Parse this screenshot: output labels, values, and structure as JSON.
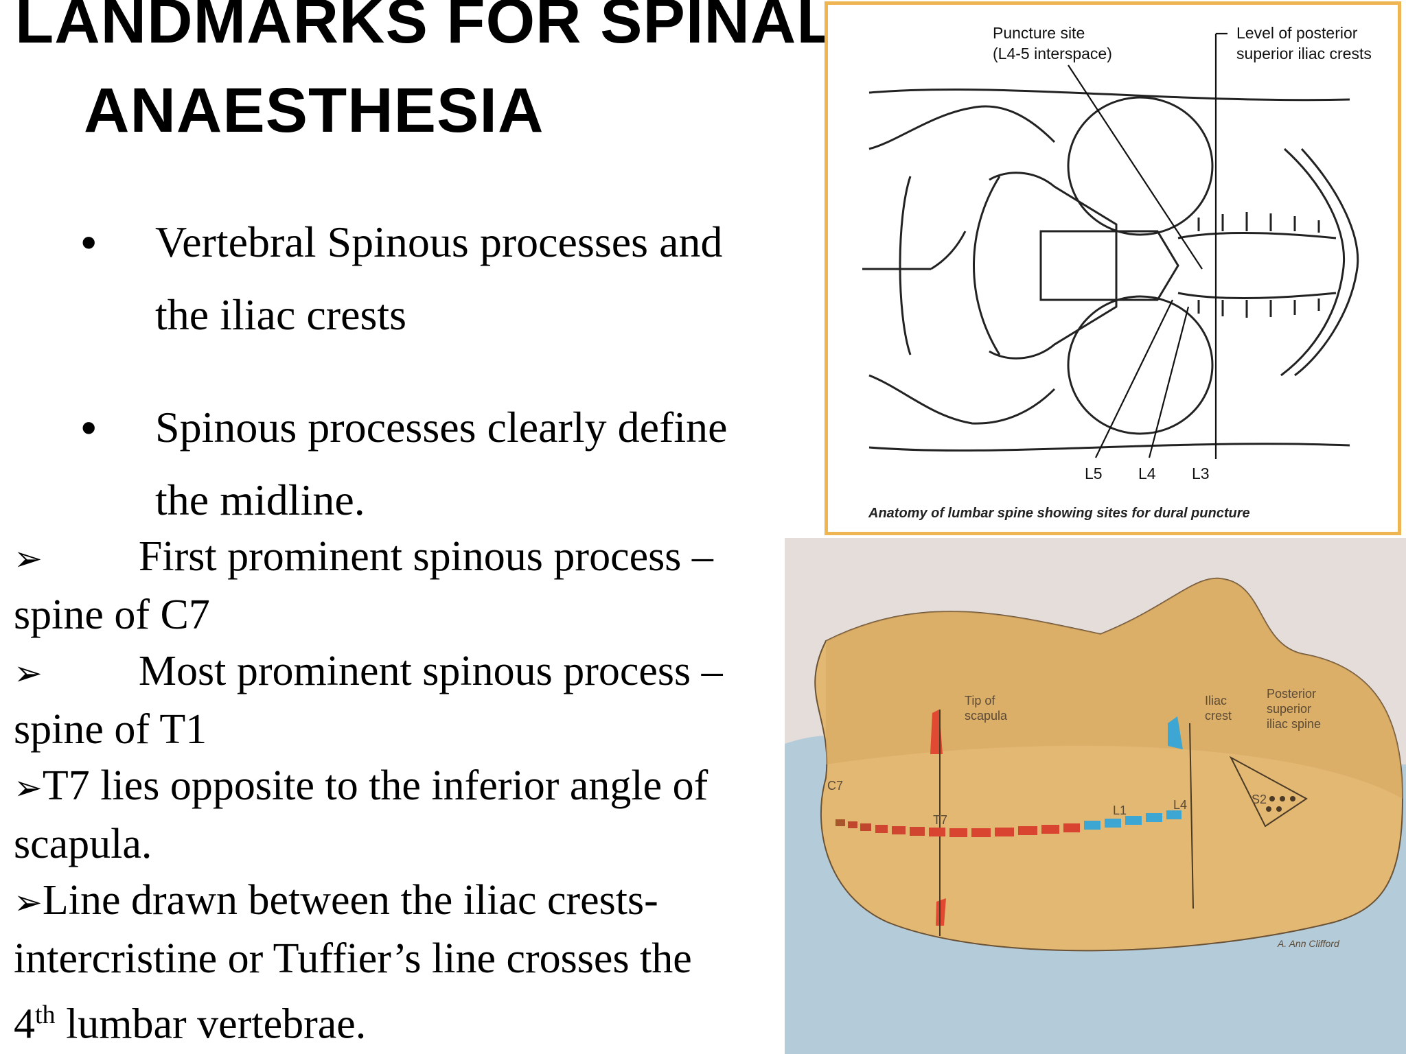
{
  "slide": {
    "title_line1": "LANDMARKS FOR SPINAL",
    "title_line2": "ANAESTHESIA",
    "bullets": [
      {
        "marker": "•",
        "line1": "Vertebral Spinous processes and",
        "line2": "the iliac crests"
      },
      {
        "marker": "•",
        "line1": "Spinous processes clearly define",
        "line2": "the midline."
      }
    ],
    "arrow_lines": [
      "First prominent spinous process –",
      "spine of C7",
      "Most prominent spinous process –",
      "spine of T1",
      "T7 lies opposite to the inferior angle of",
      "scapula.",
      "Line drawn between the iliac crests-",
      "intercristine or Tuffier’s line crosses the",
      "4",
      "th",
      " lumbar vertebrae."
    ],
    "arrow_marker": "➢"
  },
  "figure_top": {
    "label_puncture_1": "Puncture site",
    "label_puncture_2": "(L4-5 interspace)",
    "label_level_1": "Level of posterior",
    "label_level_2": "superior iliac crests",
    "label_l5": "L5",
    "label_l4": "L4",
    "label_l3": "L3",
    "caption": "Anatomy of lumbar spine showing sites for dural puncture",
    "border_color": "#efb552"
  },
  "figure_bottom": {
    "label_tip_1": "Tip of",
    "label_tip_2": "scapula",
    "label_iliac_1": "Iliac",
    "label_iliac_2": "crest",
    "label_psis_1": "Posterior",
    "label_psis_2": "superior",
    "label_psis_3": "iliac spine",
    "label_c7": "C7",
    "label_t7": "T7",
    "label_l1": "L1",
    "label_l4": "L4",
    "label_s2": "S2",
    "signature": "A. Ann Clifford"
  }
}
